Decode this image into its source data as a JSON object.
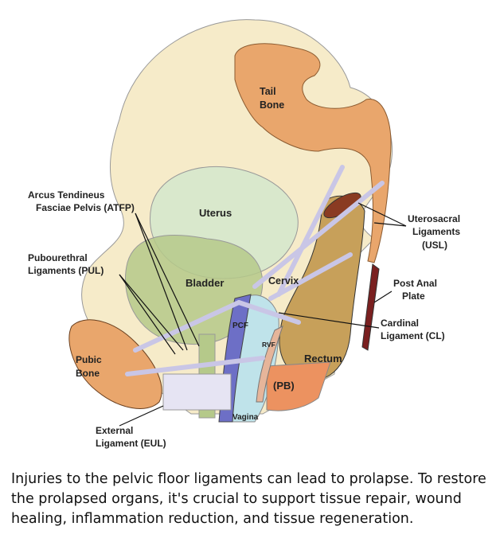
{
  "labels": {
    "tail_bone": [
      "Tail",
      "Bone"
    ],
    "atfp": [
      "Arcus Tendineus",
      "Fasciae Pelvis (ATFP)"
    ],
    "uterus": "Uterus",
    "usl": [
      "Uterosacral",
      "Ligaments",
      "(USL)"
    ],
    "pul": [
      "Pubourethral",
      "Ligaments (PUL)"
    ],
    "bladder": "Bladder",
    "cervix": "Cervix",
    "post_anal_plate": [
      "Post Anal",
      "Plate"
    ],
    "pcf": "PCF",
    "rvf": "RVF",
    "cardinal": [
      "Cardinal",
      "Ligament (CL)"
    ],
    "pubic_bone": [
      "Pubic",
      "Bone"
    ],
    "rectum": "Rectum",
    "pb": "(PB)",
    "vagina": "Vagina",
    "eul": [
      "External",
      "Ligament (EUL)"
    ]
  },
  "caption": "Injuries to the pelvic floor ligaments can lead to prolapse. To restore the prolapsed organs, it's crucial to support tissue repair, wound healing, inflammation reduction, and tissue regeneration.",
  "colors": {
    "bone": "#e9a66c",
    "pelvis": "#f6ebc9",
    "uterus": "#cfe3c6",
    "bladder": "#b5c98a",
    "rectum": "#c7a05a",
    "vagina": "#bfe3ea",
    "pb": "#ec9260",
    "ligament": "#dcd9ee",
    "pcf": "#6d6fc6"
  }
}
